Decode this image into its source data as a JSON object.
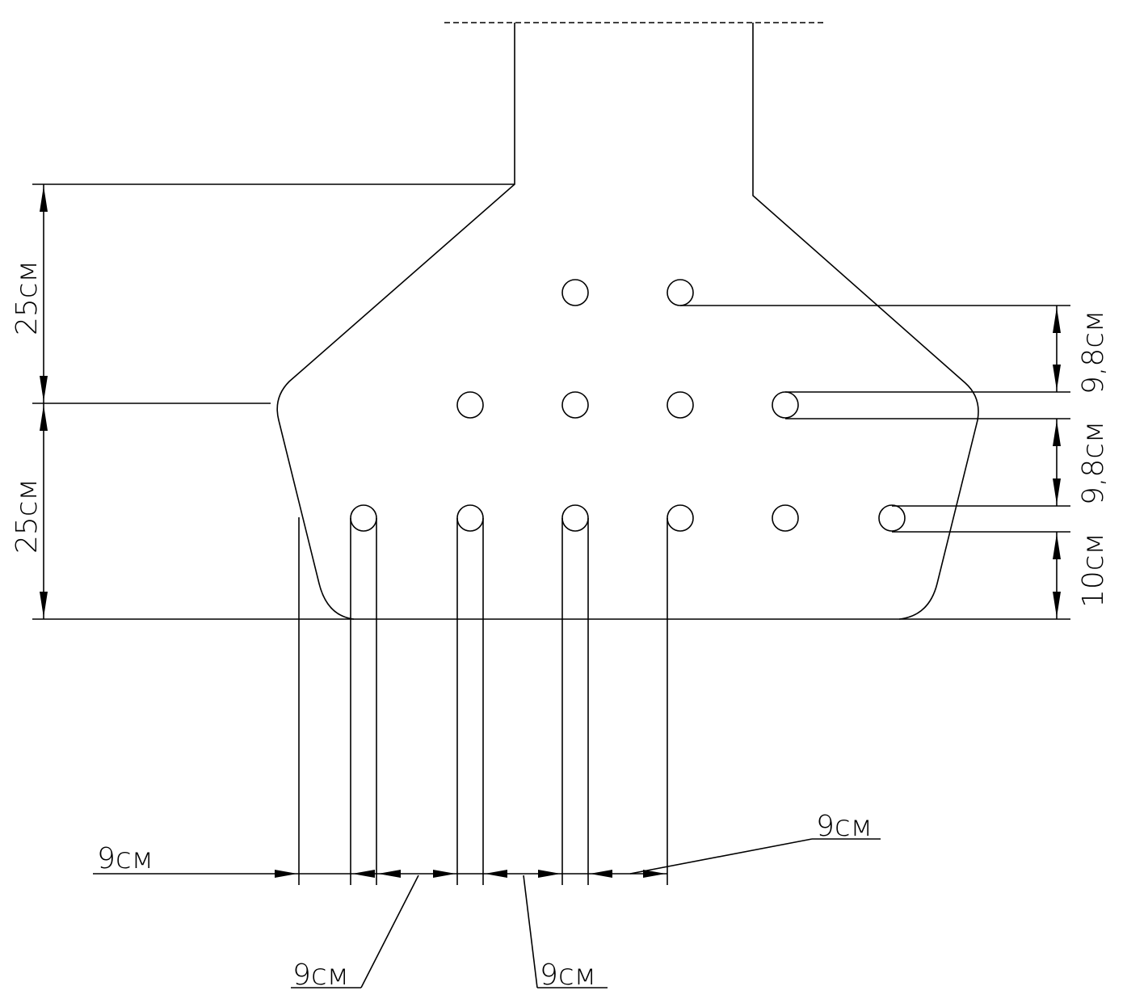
{
  "dimensions": {
    "left_upper": "25см",
    "left_lower": "25см",
    "right_top": "9,8см",
    "right_middle": "9,8см",
    "right_bottom": "10см",
    "bottom_1": "9см",
    "bottom_2": "9см",
    "bottom_3": "9см",
    "bottom_4": "9см"
  }
}
